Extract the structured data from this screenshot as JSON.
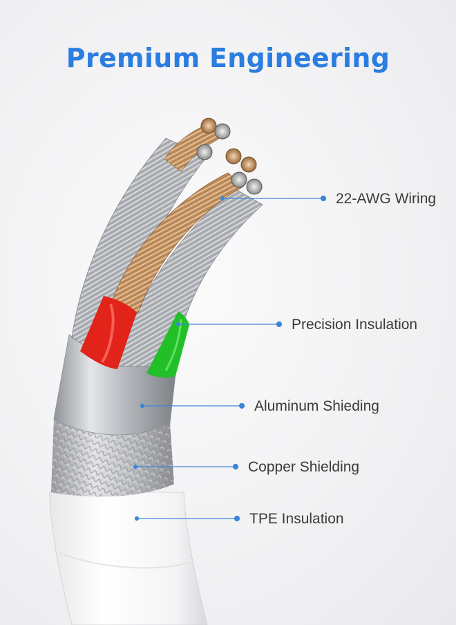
{
  "headline": "Premium Engineering",
  "callouts": [
    {
      "label": "22-AWG Wiring"
    },
    {
      "label": "Precision Insulation"
    },
    {
      "label": "Aluminum Shieding"
    },
    {
      "label": "Copper Shielding"
    },
    {
      "label": "TPE Insulation"
    }
  ],
  "colors": {
    "headline": "#2b7de0",
    "callout_line": "#3b86d8",
    "red_insulation": "#e2231a",
    "green_insulation": "#22c028",
    "aluminum": "#b9bcc1",
    "copper_strands": "#c89a6a",
    "tpe_jacket": "#ffffff"
  }
}
